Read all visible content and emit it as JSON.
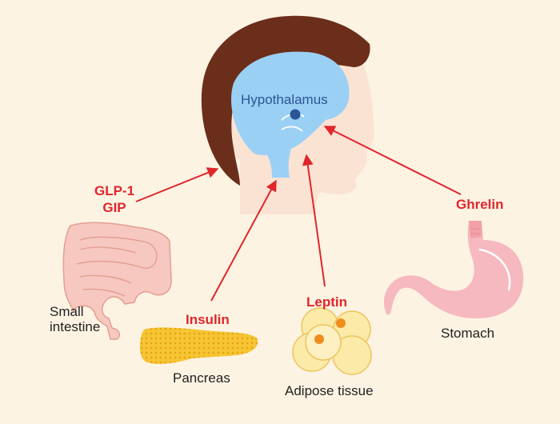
{
  "labels": {
    "hypothalamus": "Hypothalamus",
    "glp1": "GLP-1",
    "gip": "GIP",
    "ghrelin": "Ghrelin",
    "insulin": "Insulin",
    "leptin": "Leptin",
    "small_intestine_line1": "Small",
    "small_intestine_line2": "intestine",
    "pancreas": "Pancreas",
    "adipose": "Adipose tissue",
    "stomach": "Stomach"
  },
  "colors": {
    "background": "#fdf3e3",
    "skin": "#fbe3d3",
    "hair": "#6b2e1a",
    "brain": "#9bd0f5",
    "hypothalamus_text": "#2c5596",
    "hormone_arrow": "#e0262b",
    "pancreas": "#f6c533",
    "stomach": "#f6b9bf",
    "intestine": "#f6c8c0",
    "adipose_cell": "#fbeaa8",
    "adipose_nucleus": "#f08c1c"
  }
}
